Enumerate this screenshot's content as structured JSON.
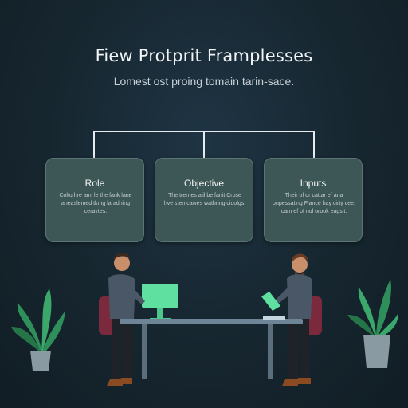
{
  "header": {
    "title": "Fiew Protprit Framplesses",
    "subtitle": "Lomest ost proing tomain tarin-sace."
  },
  "cards": [
    {
      "title": "Role",
      "text": "Coltu hre aml le the fank lane aneaslemed tkmg laradhing ceravtes."
    },
    {
      "title": "Objective",
      "text": "The trernes alil be fanit Crose hve sten cawes wathring cioolgs."
    },
    {
      "title": "Inputs",
      "text": "Their of or cattar ef ana onpessating Fiance hay cirty cee. carn ef of nul orook eagsit."
    }
  ],
  "colors": {
    "background": "#16262f",
    "card": "#3d5656",
    "monitor_glow": "#5fe0a0",
    "plant": "#2f8f5a"
  }
}
